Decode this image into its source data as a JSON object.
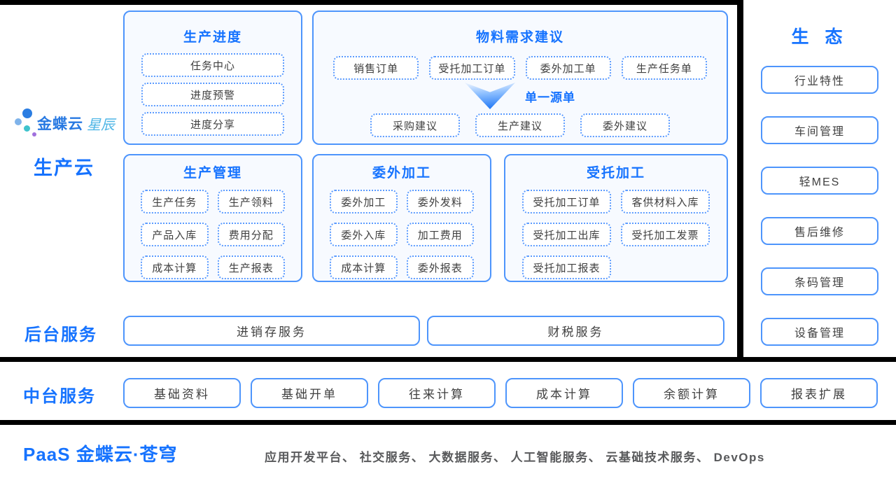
{
  "brand": {
    "logo_primary": "金蝶云",
    "logo_secondary": "星辰",
    "cloud_label": "生产云"
  },
  "panels": {
    "progress": {
      "title": "生产进度",
      "items": [
        "任务中心",
        "进度预警",
        "进度分享"
      ]
    },
    "material": {
      "title": "物料需求建议",
      "sources": [
        "销售订单",
        "受托加工订单",
        "委外加工单",
        "生产任务单"
      ],
      "arrow_label": "单一源单",
      "suggestions": [
        "采购建议",
        "生产建议",
        "委外建议"
      ]
    },
    "production": {
      "title": "生产管理",
      "items": [
        "生产任务",
        "生产领料",
        "产品入库",
        "费用分配",
        "成本计算",
        "生产报表"
      ]
    },
    "outsourcing": {
      "title": "委外加工",
      "items": [
        "委外加工",
        "委外发料",
        "委外入库",
        "加工费用",
        "成本计算",
        "委外报表"
      ]
    },
    "consignment": {
      "title": "受托加工",
      "items": [
        "受托加工订单",
        "客供材料入库",
        "受托加工出库",
        "受托加工发票",
        "受托加工报表"
      ]
    }
  },
  "ecosystem": {
    "title": "生 态",
    "items": [
      "行业特性",
      "车间管理",
      "轻MES",
      "售后维修",
      "条码管理",
      "设备管理"
    ]
  },
  "backend": {
    "label": "后台服务",
    "items": [
      "进销存服务",
      "财税服务"
    ]
  },
  "midplatform": {
    "label": "中台服务",
    "items": [
      "基础资料",
      "基础开单",
      "往来计算",
      "成本计算",
      "余额计算",
      "报表扩展"
    ]
  },
  "paas": {
    "label": "PaaS 金蝶云·苍穹",
    "services": "应用开发平台、 社交服务、 大数据服务、 人工智能服务、 云基础技术服务、 DevOps"
  },
  "colors": {
    "primary_blue": "#1673ff",
    "border_blue": "#4e95fc",
    "dotted_blue": "#5b9bff",
    "panel_bg": "#f7faff",
    "item_text": "#404040",
    "divider": "#000000"
  }
}
